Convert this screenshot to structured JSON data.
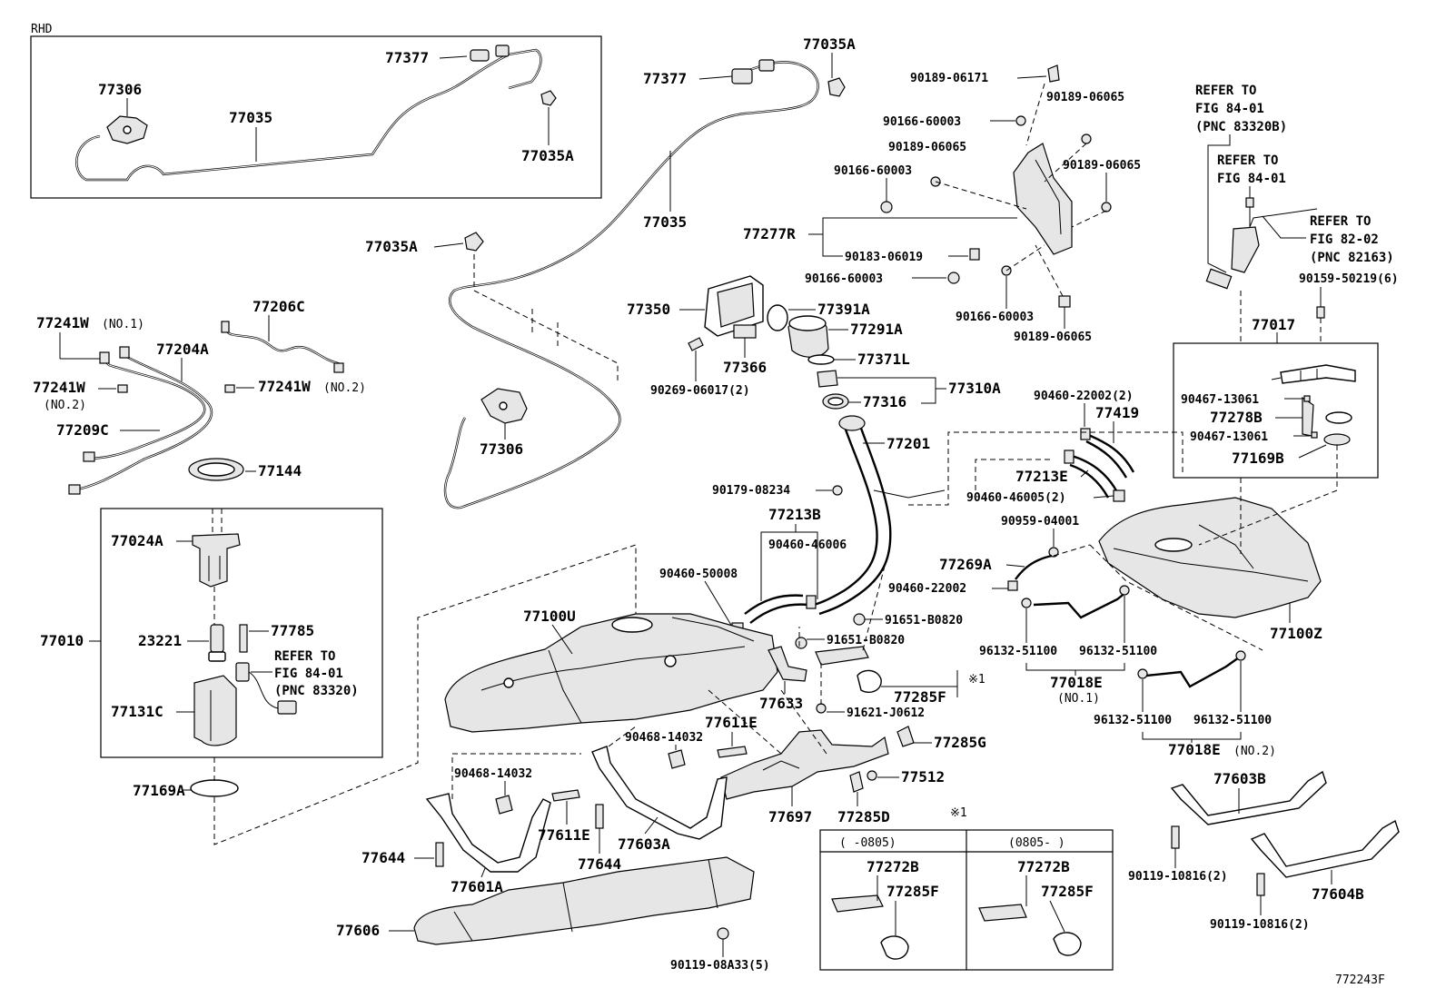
{
  "diagram_code": "772243F",
  "rhd_box": {
    "title": "RHD",
    "labels": {
      "p1": "77377",
      "p2": "77306",
      "p3": "77035",
      "p4": "77035A"
    }
  },
  "main_labels": {
    "l77035A_top": "77035A",
    "l77377": "77377",
    "l77035": "77035",
    "l77035A_mid": "77035A",
    "l77306": "77306",
    "l77206C": "77206C",
    "l77241W1": "77241W",
    "l77241W1_note": "(NO.1)",
    "l77204A": "77204A",
    "l77241W2a": "77241W",
    "l77241W2a_note": "(NO.2)",
    "l77241W2b": "77241W",
    "l77241W2b_note": "(NO.2)",
    "l77209C": "77209C",
    "l77144": "77144",
    "l77024A": "77024A",
    "l77010": "77010",
    "l23221": "23221",
    "l77785": "77785",
    "l77131C": "77131C",
    "l77169A": "77169A",
    "l77350": "77350",
    "l77391A": "77391A",
    "l77291A": "77291A",
    "l77366": "77366",
    "l77371L": "77371L",
    "l90269": "90269-06017(2)",
    "l77316": "77316",
    "l77310A": "77310A",
    "l77201": "77201",
    "l90189_06171": "90189-06171",
    "l90189_06065a": "90189-06065",
    "l90166_60003a": "90166-60003",
    "l90189_06065b": "90189-06065",
    "l90166_60003b": "90166-60003",
    "l90189_06065c": "90189-06065",
    "l77277R": "77277R",
    "l90183": "90183-06019",
    "l90166_60003c": "90166-60003",
    "l90166_60003d": "90166-60003",
    "l90189_06065d": "90189-06065",
    "l90460_22002a": "90460-22002(2)",
    "l77419": "77419",
    "l77213E": "77213E",
    "l90460_46005": "90460-46005(2)",
    "l90179": "90179-08234",
    "l77213B": "77213B",
    "l90460_46006": "90460-46006",
    "l90460_50008": "90460-50008",
    "l90959": "90959-04001",
    "l77269A": "77269A",
    "l90460_22002b": "90460-22002",
    "l91651a": "91651-B0820",
    "l91651b": "91651-B0820",
    "l77100U": "77100U",
    "l77100Z": "77100Z",
    "l96132a": "96132-51100",
    "l96132b": "96132-51100",
    "l77018E_1": "77018E",
    "l77018E_1_note": "(NO.1)",
    "l96132c": "96132-51100",
    "l96132d": "96132-51100",
    "l77018E_2": "77018E",
    "l77018E_2_note": "(NO.2)",
    "l77285F": "77285F",
    "l_mark1": "※1",
    "l77633": "77633",
    "l91621": "91621-J0612",
    "l77611E_a": "77611E",
    "l90468_a": "90468-14032",
    "l77285G": "77285G",
    "l77512": "77512",
    "l77697": "77697",
    "l77285D": "77285D",
    "l90468_b": "90468-14032",
    "l77611E_b": "77611E",
    "l77603A": "77603A",
    "l77644_a": "77644",
    "l77644_b": "77644",
    "l77601A": "77601A",
    "l77606": "77606",
    "l90119_08A33": "90119-08A33(5)",
    "l77603B": "77603B",
    "l90119_10816a": "90119-10816(2)",
    "l77604B": "77604B",
    "l90119_10816b": "90119-10816(2)",
    "l90159": "90159-50219(6)",
    "l77017": "77017",
    "l90467_a": "90467-13061",
    "l77278B": "77278B",
    "l90467_b": "90467-13061",
    "l77169B": "77169B"
  },
  "ref_notes": {
    "ref1": [
      "REFER TO",
      "FIG 84-01",
      "(PNC 83320B)"
    ],
    "ref2": [
      "REFER TO",
      "FIG 84-01"
    ],
    "ref3": [
      "REFER TO",
      "FIG 82-02",
      "(PNC 82163)"
    ],
    "ref4": [
      "REFER TO",
      "FIG 84-01",
      "(PNC 83320)"
    ]
  },
  "date_box": {
    "mark": "※1",
    "left_header": "(   -0805)",
    "right_header": "(0805-   )",
    "left_labels": [
      "77272B",
      "77285F"
    ],
    "right_labels": [
      "77272B",
      "77285F"
    ]
  }
}
